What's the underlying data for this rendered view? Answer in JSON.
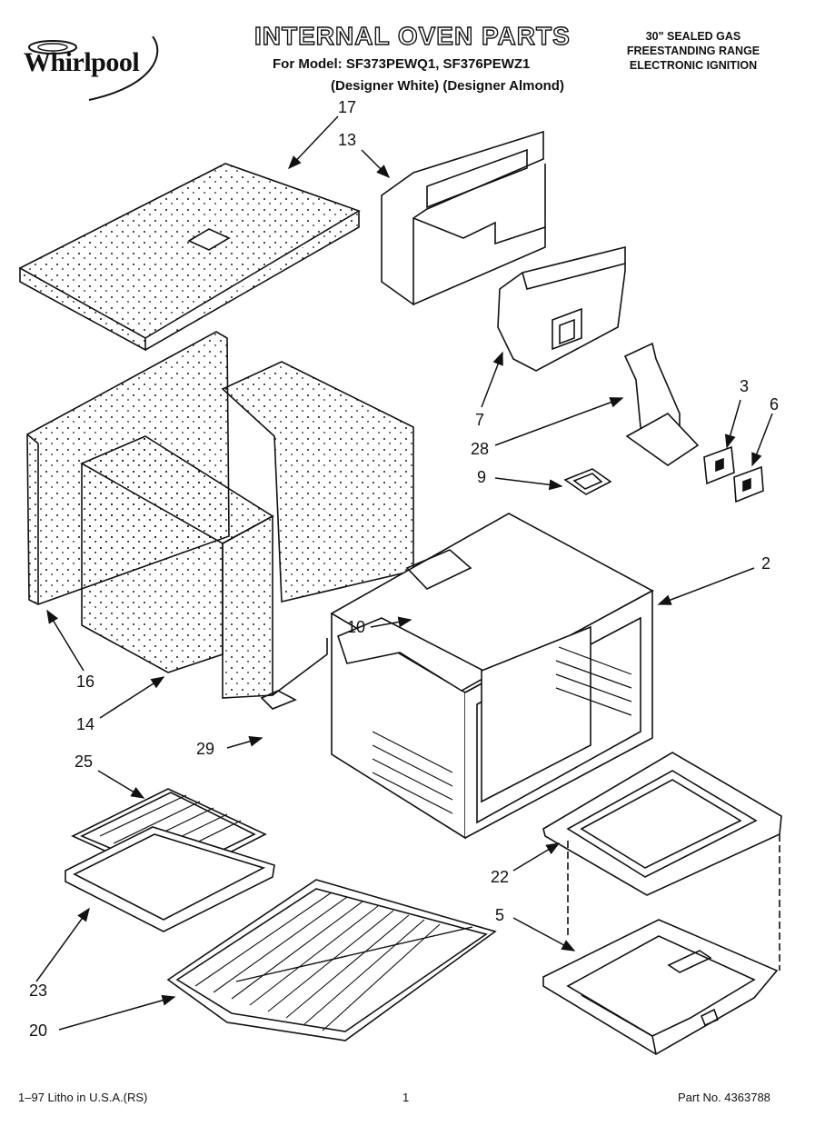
{
  "header": {
    "brand": "Whirlpool",
    "title": "INTERNAL OVEN PARTS",
    "model_line": "For Model: SF373PEWQ1, SF376PEWZ1",
    "variant_line": "(Designer White) (Designer Almond)",
    "spec_lines": [
      "30\" SEALED GAS",
      "FREESTANDING RANGE",
      "ELECTRONIC IGNITION"
    ]
  },
  "callouts": {
    "c17": "17",
    "c13": "13",
    "c7": "7",
    "c28": "28",
    "c3": "3",
    "c6": "6",
    "c9": "9",
    "c2": "2",
    "c10": "10",
    "c16": "16",
    "c14": "14",
    "c29": "29",
    "c25": "25",
    "c22": "22",
    "c5": "5",
    "c23": "23",
    "c20": "20"
  },
  "footer": {
    "litho": "1–97 Litho in U.S.A.(RS)",
    "page": "1",
    "part_no": "Part No. 4363788"
  },
  "colors": {
    "ink": "#111111",
    "paper": "#ffffff"
  }
}
